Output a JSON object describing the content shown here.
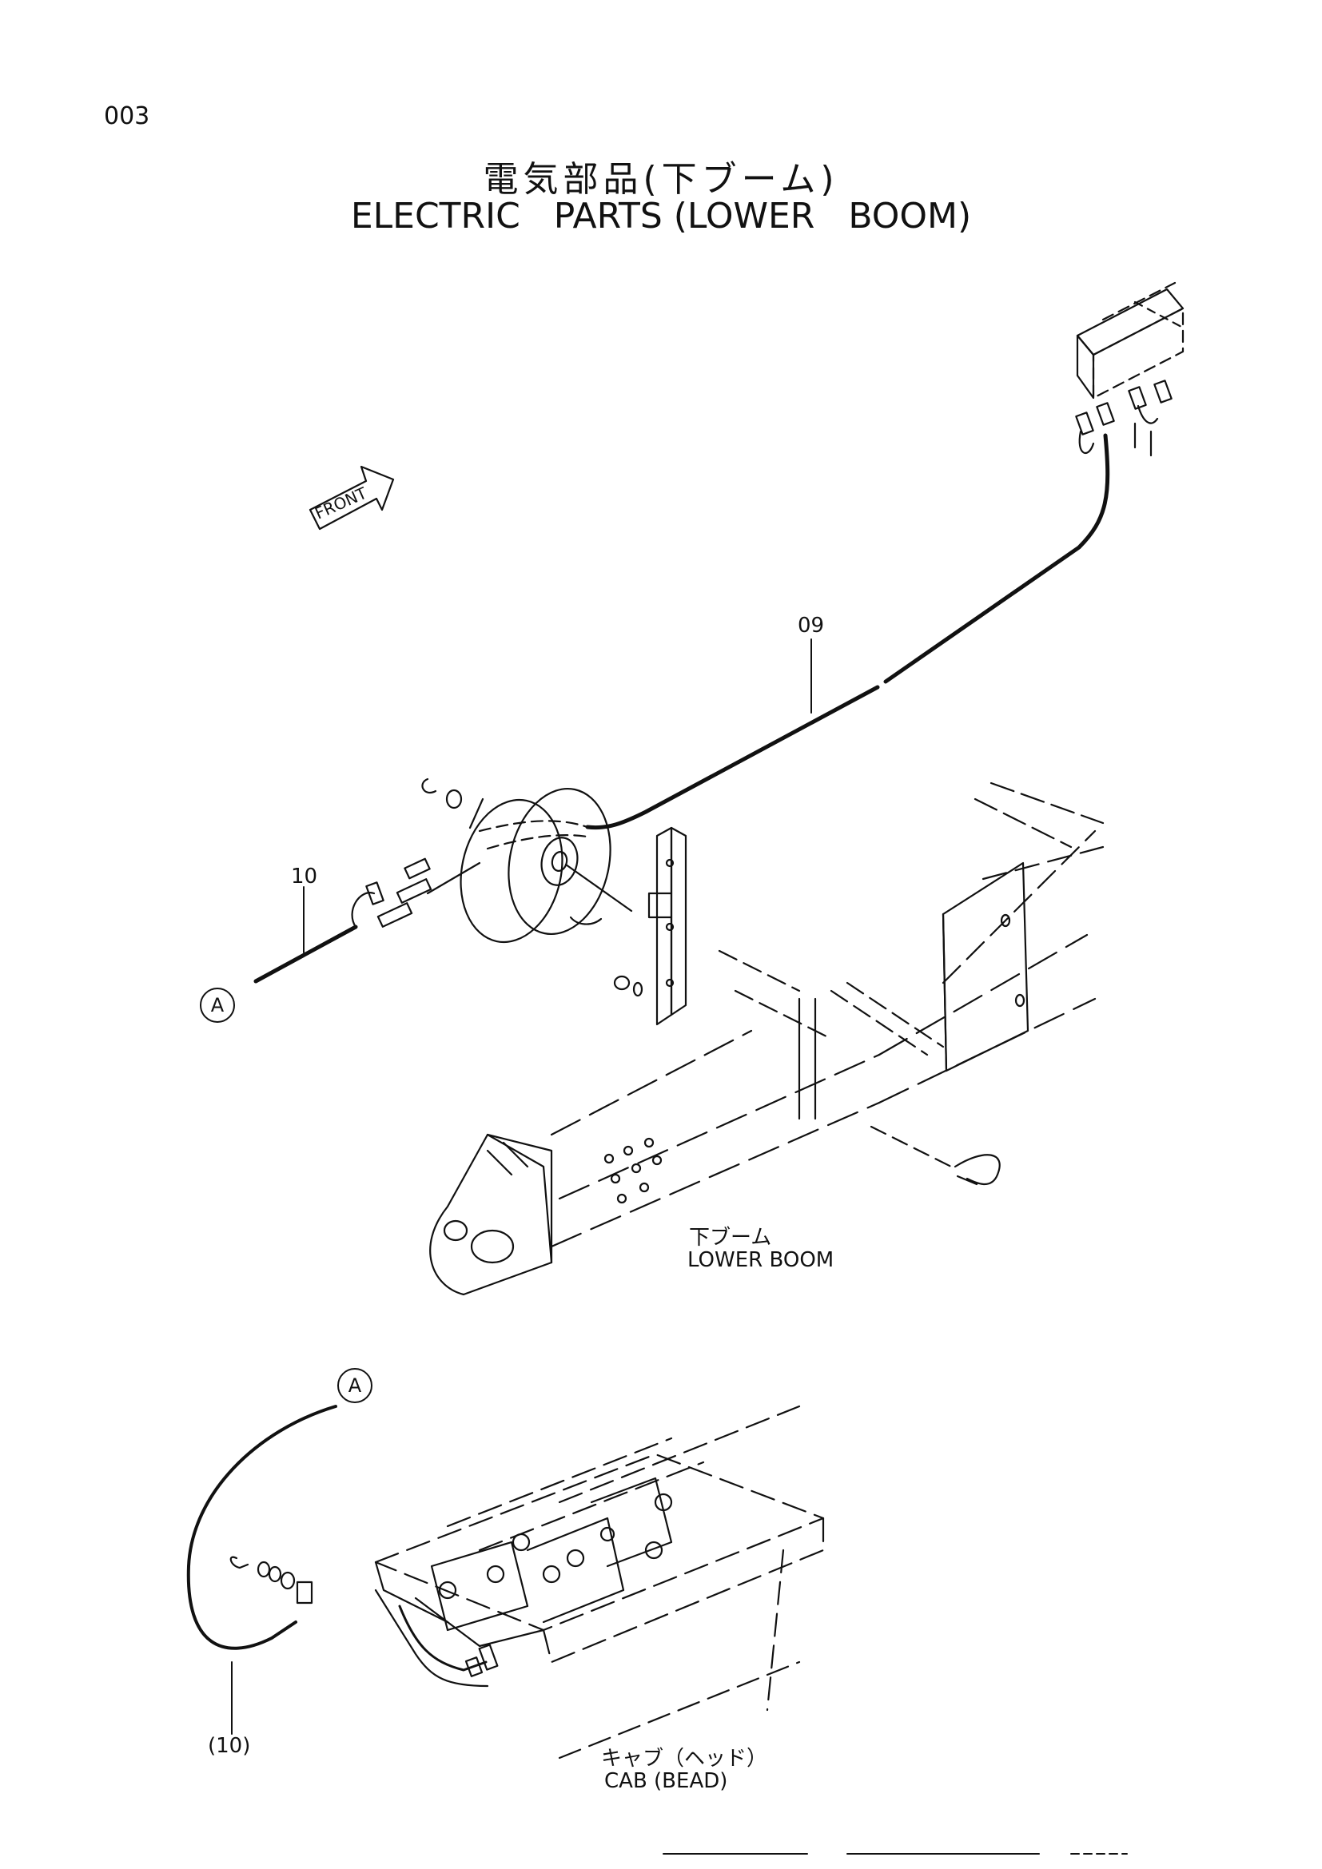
{
  "page_number": "003",
  "title": {
    "jp": "電気部品(下ブーム)",
    "en": "ELECTRIC   PARTS (LOWER   BOOM)"
  },
  "front_label": "FRONT",
  "callouts": {
    "part_09": "09",
    "part_10": "10",
    "part_10_ref": "(10)",
    "ref_a": "A"
  },
  "labels": {
    "lower_boom_jp": "下ブーム",
    "lower_boom_en": "LOWER BOOM",
    "cab_jp": "キャブ（ヘッド）",
    "cab_en": "CAB (BEAD)"
  }
}
